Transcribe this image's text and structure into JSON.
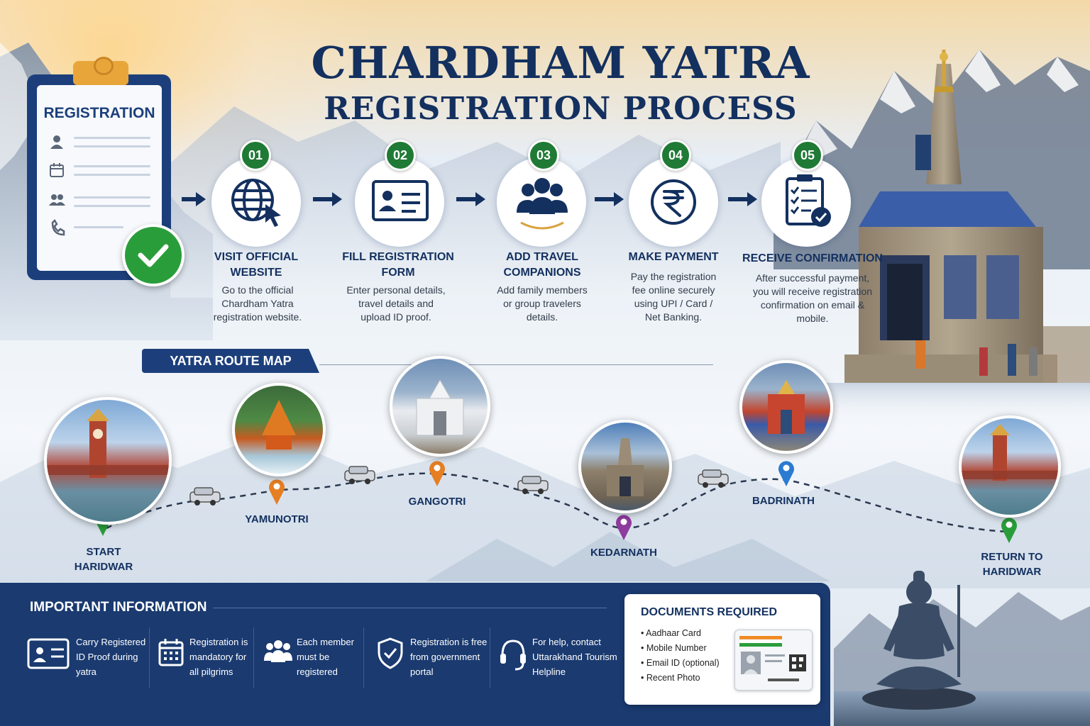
{
  "header": {
    "title_line1": "CHARDHAM YATRA",
    "title_line2": "REGISTRATION PROCESS"
  },
  "clipboard": {
    "title": "REGISTRATION",
    "icons": [
      "person-icon",
      "calendar-icon",
      "group-icon",
      "phone-icon"
    ]
  },
  "steps": [
    {
      "num": "01",
      "title1": "VISIT OFFICIAL",
      "title2": "WEBSITE",
      "desc": [
        "Go to the official",
        "Chardham Yatra",
        "registration website."
      ],
      "icon": "globe-cursor-icon"
    },
    {
      "num": "02",
      "title1": "FILL REGISTRATION",
      "title2": "FORM",
      "desc": [
        "Enter personal details,",
        "travel details and",
        "upload ID proof."
      ],
      "icon": "id-card-icon"
    },
    {
      "num": "03",
      "title1": "ADD TRAVEL",
      "title2": "COMPANIONS",
      "desc": [
        "Add family members",
        "or group travelers",
        "details."
      ],
      "icon": "group-icon"
    },
    {
      "num": "04",
      "title1": "MAKE PAYMENT",
      "title2": "",
      "desc": [
        "Pay the registration",
        "fee online securely",
        "using UPI / Card /",
        "Net Banking."
      ],
      "icon": "rupee-icon"
    },
    {
      "num": "05",
      "title1": "RECEIVE CONFIRMATION",
      "title2": "",
      "desc": [
        "After successful payment,",
        "you will receive registration",
        "confirmation on email &",
        "mobile."
      ],
      "icon": "checklist-icon"
    }
  ],
  "route": {
    "heading": "YATRA ROUTE MAP",
    "places": [
      {
        "line1": "START",
        "line2": "HARIDWAR",
        "pin_color": "#2a9d3b"
      },
      {
        "line1": "YAMUNOTRI",
        "line2": "",
        "pin_color": "#e67e22"
      },
      {
        "line1": "GANGOTRI",
        "line2": "",
        "pin_color": "#e67e22"
      },
      {
        "line1": "KEDARNATH",
        "line2": "",
        "pin_color": "#8e3a9e"
      },
      {
        "line1": "BADRINATH",
        "line2": "",
        "pin_color": "#2a7bd1"
      },
      {
        "line1": "RETURN TO",
        "line2": "HARIDWAR",
        "pin_color": "#2a9d3b"
      }
    ]
  },
  "info": {
    "heading": "IMPORTANT INFORMATION",
    "items": [
      {
        "lines": [
          "Carry Registered",
          "ID Proof during",
          "yatra"
        ],
        "icon": "id-card-icon"
      },
      {
        "lines": [
          "Registration is",
          "mandatory for",
          "all pilgrims"
        ],
        "icon": "calendar-icon"
      },
      {
        "lines": [
          "Each member",
          "must be",
          "registered"
        ],
        "icon": "group-icon"
      },
      {
        "lines": [
          "Registration is free",
          "from government",
          "portal"
        ],
        "icon": "shield-check-icon"
      },
      {
        "lines": [
          "For help, contact",
          "Uttarakhand Tourism",
          "Helpline"
        ],
        "icon": "headset-icon"
      }
    ]
  },
  "documents": {
    "heading": "DOCUMENTS REQUIRED",
    "items": [
      "Aadhaar Card",
      "Mobile Number",
      "Email ID (optional)",
      "Recent Photo"
    ]
  },
  "colors": {
    "navy": "#13305f",
    "panel": "#1a3a70",
    "step_green": "#1f7a35",
    "check_green": "#2a9d3b"
  }
}
